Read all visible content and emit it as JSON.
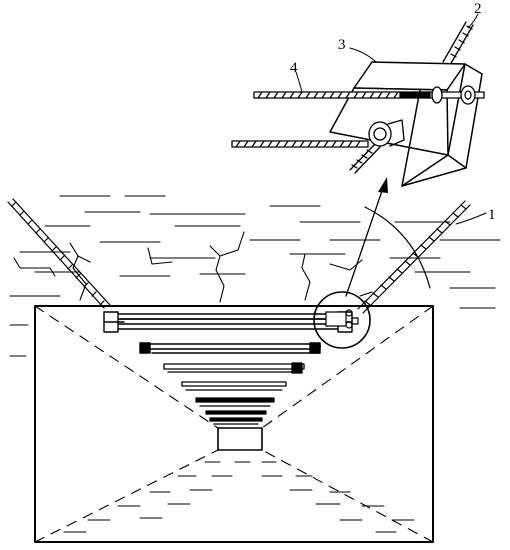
{
  "diagram": {
    "callouts": [
      {
        "id": "1"
      },
      {
        "id": "2"
      },
      {
        "id": "3"
      },
      {
        "id": "4"
      }
    ],
    "ink_color": "#000000",
    "background_color": "#ffffff"
  }
}
